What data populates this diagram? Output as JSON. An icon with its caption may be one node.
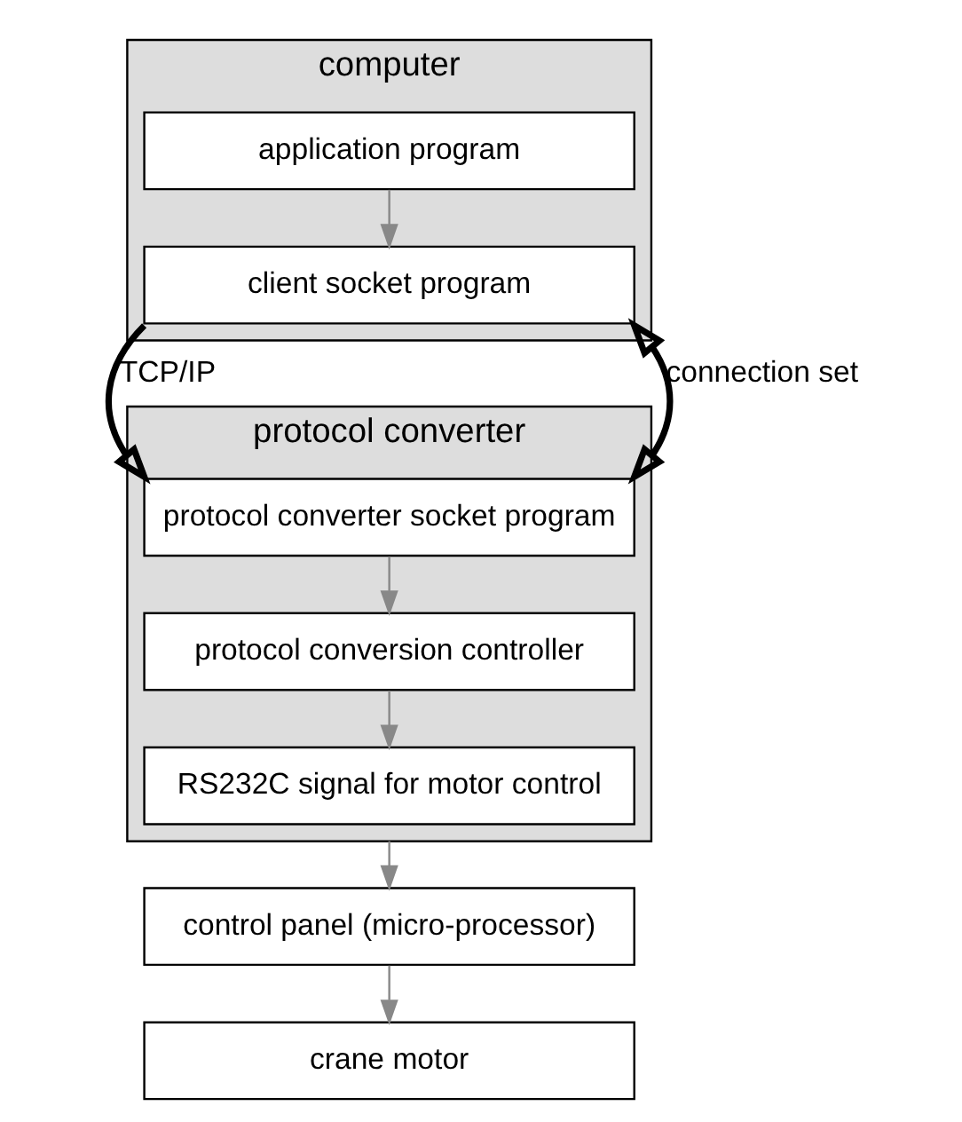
{
  "diagram": {
    "nodes": [
      {
        "text": [
          "computer"
        ]
      },
      {
        "text": [
          "application program"
        ],
        "in": 0
      },
      {
        "text": [
          "client socket program"
        ],
        "in": 0
      },
      {
        "text": [
          "protocol converter"
        ]
      },
      {
        "text": [
          "protocol converter socket program"
        ],
        "in": 3
      },
      {
        "text": [
          "protocol conversion controller"
        ],
        "in": 3
      },
      {
        "text": [
          "RS232C signal for motor control"
        ],
        "in": 3
      },
      {
        "text": [
          "control panel (micro-processor)"
        ]
      },
      {
        "text": [
          "crane motor"
        ]
      }
    ],
    "edges": [
      {
        "from": 1,
        "to": 2,
        "arrow": "to"
      },
      {
        "from": 2,
        "to": 4,
        "arrow": "to",
        "label": "TCP/IP",
        "style": "thick",
        "color": "#000000"
      },
      {
        "from": 2,
        "to": 4,
        "arrow": "both",
        "label": "connection set",
        "style": "thick",
        "color": "#000000"
      },
      {
        "from": 4,
        "to": 5,
        "arrow": "to"
      },
      {
        "from": 5,
        "to": 6,
        "arrow": "to"
      },
      {
        "from": 3,
        "to": 7,
        "arrow": "to"
      },
      {
        "from": 7,
        "to": 8,
        "arrow": "to"
      }
    ]
  }
}
